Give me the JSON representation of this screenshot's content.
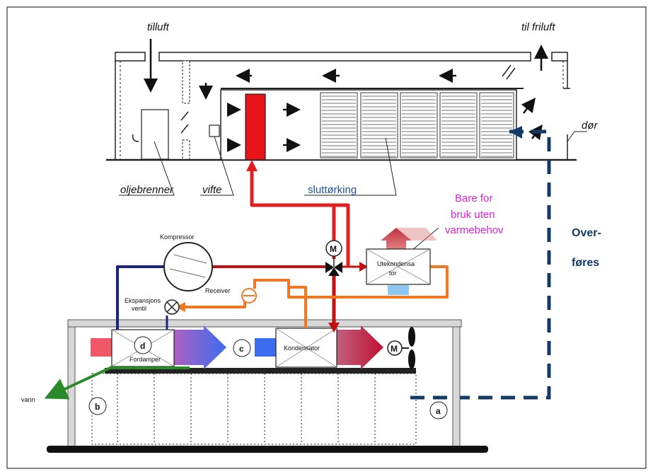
{
  "labels": {
    "tilluft": "tilluft",
    "til_friluft": "til friluft",
    "dor": "dør",
    "oljebrenner": "oljebrenner",
    "vifte": "vifte",
    "sluttorking": "sluttørking",
    "bare_for_l1": "Bare for",
    "bare_for_l2": "bruk uten",
    "bare_for_l3": "varmebehov",
    "overfores_l1": "Over-",
    "overfores_l2": "føres",
    "kompressor": "Kompressor",
    "motor_m": "M",
    "utekondensator_l1": "Utekondensa",
    "utekondensator_l2": "tor",
    "receiver": "Receiver",
    "ekspansjonsventil_l1": "Ekspansjons",
    "ekspansjonsventil_l2": "ventil",
    "fordamper": "Fordamper",
    "kondensator": "Kondensator",
    "vann": "vann",
    "marker_a": "a",
    "marker_b": "b",
    "marker_c": "c",
    "marker_d": "d"
  },
  "colors": {
    "hot_red": "#e02020",
    "dark_red": "#c01010",
    "orange": "#f07820",
    "navy_blue": "#1a237e",
    "dashed_navy": "#123a66",
    "green": "#2a8a2a",
    "magenta": "#e020d8"
  }
}
